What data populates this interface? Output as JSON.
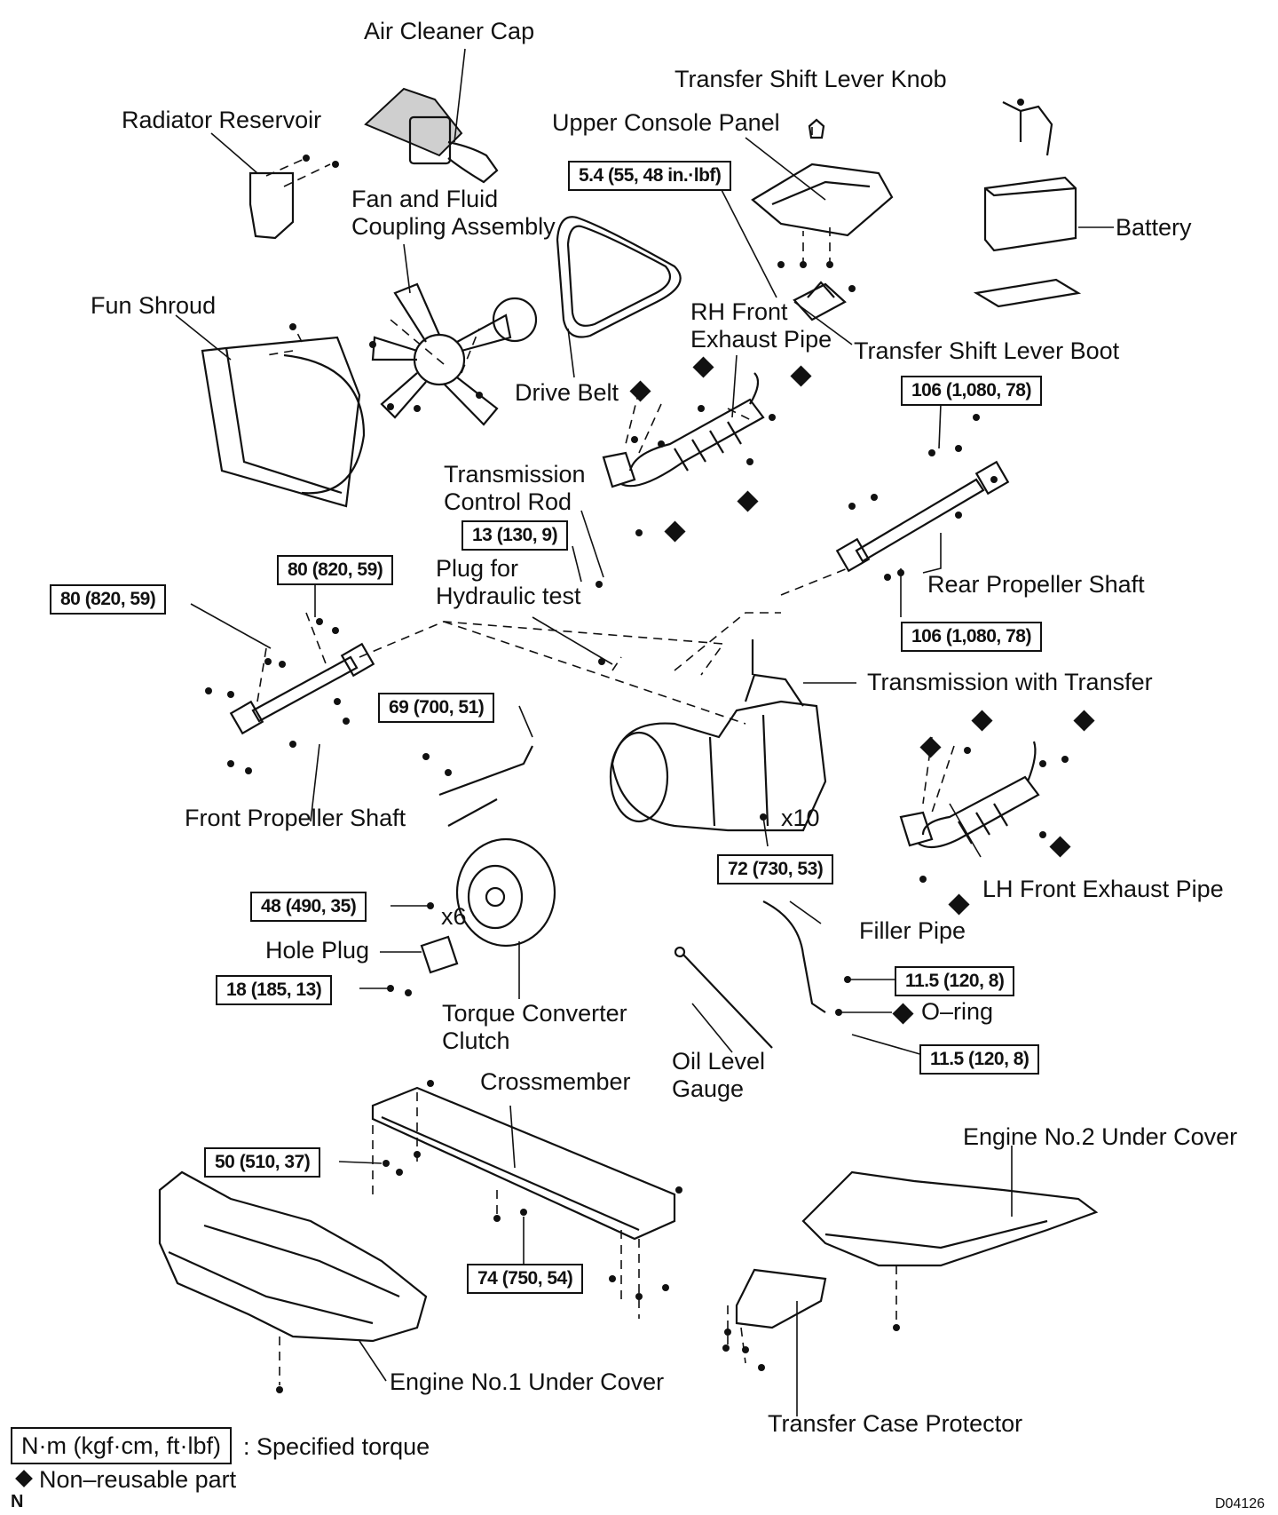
{
  "labels": {
    "air_cleaner_cap": "Air Cleaner Cap",
    "transfer_shift_lever_knob": "Transfer Shift Lever Knob",
    "radiator_reservoir": "Radiator Reservoir",
    "upper_console_panel": "Upper Console Panel",
    "battery": "Battery",
    "fan_and_fluid_coupling_1": "Fan and Fluid",
    "fan_and_fluid_coupling_2": "Coupling Assembly",
    "fun_shroud": "Fun Shroud",
    "rh_front_exhaust_pipe_1": "RH Front",
    "rh_front_exhaust_pipe_2": "Exhaust Pipe",
    "transfer_shift_lever_boot": "Transfer Shift Lever Boot",
    "drive_belt": "Drive Belt",
    "transmission_control_rod_1": "Transmission",
    "transmission_control_rod_2": "Control Rod",
    "plug_hydraulic_test_1": "Plug for",
    "plug_hydraulic_test_2": "Hydraulic test",
    "rear_propeller_shaft": "Rear Propeller Shaft",
    "transmission_with_transfer": "Transmission with Transfer",
    "front_propeller_shaft": "Front Propeller Shaft",
    "x10": "x10",
    "x6": "x6",
    "lh_front_exhaust_pipe": "LH Front Exhaust Pipe",
    "filler_pipe": "Filler Pipe",
    "hole_plug": "Hole Plug",
    "o_ring": "O–ring",
    "torque_converter_clutch_1": "Torque Converter",
    "torque_converter_clutch_2": "Clutch",
    "oil_level_gauge_1": "Oil Level",
    "oil_level_gauge_2": "Gauge",
    "crossmember": "Crossmember",
    "engine_no2_under_cover": "Engine No.2 Under Cover",
    "engine_no1_under_cover": "Engine No.1 Under Cover",
    "transfer_case_protector": "Transfer Case Protector"
  },
  "torques": {
    "t_5_4": "5.4 (55, 48 in.·lbf)",
    "t_106_a": "106 (1,080, 78)",
    "t_13": "13 (130, 9)",
    "t_80_a": "80 (820, 59)",
    "t_80_b": "80 (820, 59)",
    "t_106_b": "106 (1,080, 78)",
    "t_69": "69 (700, 51)",
    "t_72": "72 (730, 53)",
    "t_48": "48 (490, 35)",
    "t_18": "18 (185, 13)",
    "t_11_5_a": "11.5 (120, 8)",
    "t_11_5_b": "11.5 (120, 8)",
    "t_50": "50 (510, 37)",
    "t_74": "74 (750, 54)"
  },
  "legend": {
    "torque_unit": "N·m (kgf·cm, ft·lbf)",
    "torque_desc": ": Specified torque",
    "nonreusable": "Non–reusable part"
  },
  "footer": {
    "corner_left": "N",
    "figure_code": "D04126"
  }
}
